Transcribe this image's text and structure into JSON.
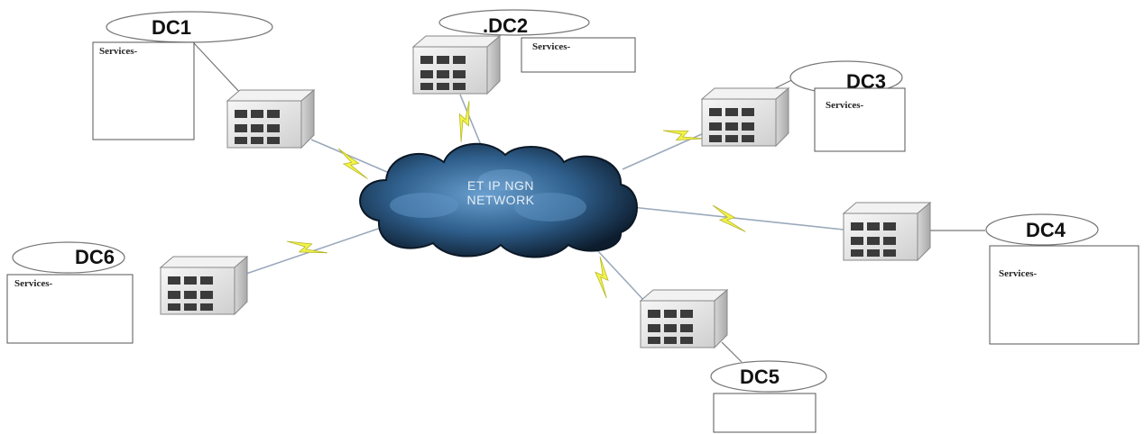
{
  "cloud": {
    "line1": "ET IP NGN",
    "line2": "NETWORK"
  },
  "datacenters": [
    {
      "id": "dc1",
      "label": "DC1",
      "services_title": "Services-"
    },
    {
      "id": "dc2",
      "label": ".DC2",
      "services_title": "Services-"
    },
    {
      "id": "dc3",
      "label": "DC3",
      "services_title": "Services-"
    },
    {
      "id": "dc4",
      "label": "DC4",
      "services_title": "Services-"
    },
    {
      "id": "dc5",
      "label": "DC5",
      "services_title": ""
    },
    {
      "id": "dc6",
      "label": "DC6",
      "services_title": "Services-"
    }
  ],
  "colors": {
    "cloud_dark": "#0f2236",
    "cloud_light": "#5a8fbf",
    "lightning": "#f3f34a",
    "server_body": "#e9e9e9",
    "link_line": "#9aa9bb"
  }
}
